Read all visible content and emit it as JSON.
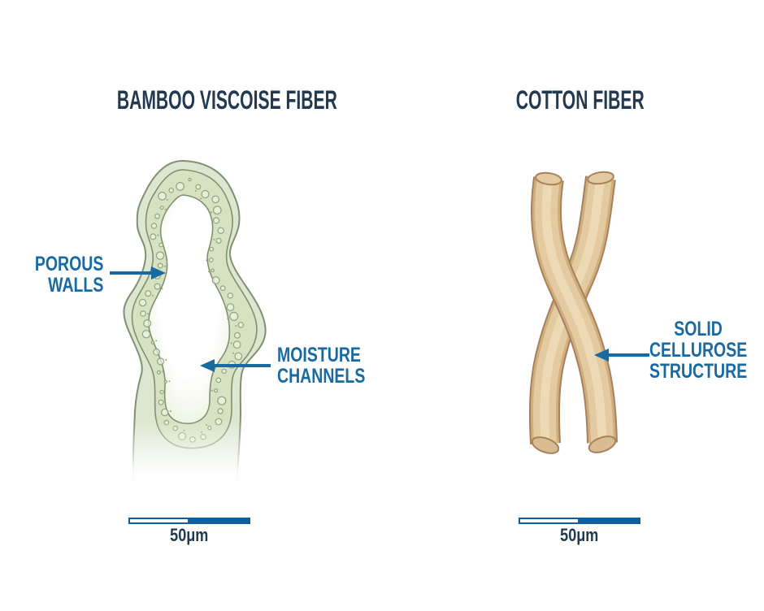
{
  "diagram": {
    "bamboo": {
      "title": "BAMBOO VISCOISE FIBER",
      "label_porous_line1": "POROUS",
      "label_porous_line2": "WALLS",
      "label_moisture_line1": "MOISTURE",
      "label_moisture_line2": "CHANNELS",
      "scale_label": "50μm"
    },
    "cotton": {
      "title": "COTTON FIBER",
      "label_solid_line1": "SOLID",
      "label_solid_line2": "CELLUROSE",
      "label_solid_line3": "STRUCTURE",
      "scale_label": "50μm"
    },
    "colors": {
      "label_blue": "#1a6aa2",
      "title_navy": "#22394f",
      "bar_blue": "#0f5f9e",
      "bamboo_outline": "#7e9270",
      "bamboo_outer_fill": "#dde6d1",
      "bamboo_band_fill": "#d6e2c2",
      "pore_outline": "#8da67c",
      "cotton_fill": "#e4caa0",
      "cotton_mid": "#cfae80",
      "cotton_outline": "#a8805a",
      "cotton_cap_fill": "#d9bd92",
      "cotton_highlight": "#f0e1c2"
    }
  }
}
